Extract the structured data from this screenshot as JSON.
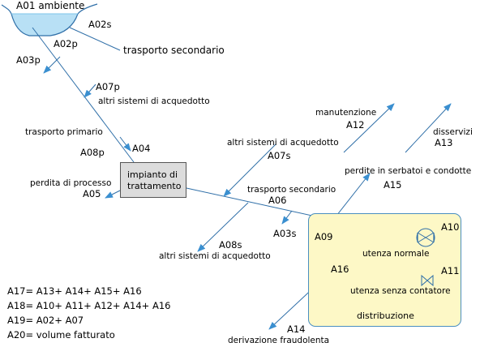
{
  "source": {
    "code": "A01",
    "label": "ambiente"
  },
  "plant": {
    "line1": "impianto di",
    "line2": "trattamento"
  },
  "distribution": {
    "label": "distribuzione"
  },
  "flows": {
    "a02s": "A02s",
    "a02s_text": "trasporto secondario",
    "a02p": "A02p",
    "a03p": "A03p",
    "a07p": "A07p",
    "a07p_text": "altri sistemi di acquedotto",
    "a08p_text": "trasporto primario",
    "a08p": "A08p",
    "a04": "A04",
    "a05_text": "perdita di processo",
    "a05": "A05",
    "a07s_text": "altri sistemi di acquedotto",
    "a07s": "A07s",
    "a12_text": "manutenzione",
    "a12": "A12",
    "a13_text": "disservizi",
    "a13": "A13",
    "a15_text": "perdite in serbatoi e condotte",
    "a15": "A15",
    "a06_text": "trasporto secondario",
    "a06": "A06",
    "a03s": "A03s",
    "a08s": "A08s",
    "a08s_text": "altri sistemi di acquedotto",
    "a09": "A09",
    "a10": "A10",
    "a10_text": "utenza normale",
    "a16": "A16",
    "a11": "A11",
    "a11_text": "utenza senza contatore",
    "a14": "A14",
    "a14_text": "derivazione fraudolenta"
  },
  "formulas": [
    "A17= A13+ A14+ A15+ A16",
    "A18= A10+ A11+ A12+ A14+ A16",
    "A19= A02+ A07",
    "A20= volume fatturato"
  ],
  "colors": {
    "line": "#2f6fa8",
    "arrow": "#3a8fd0",
    "water": "#b8e0f5",
    "plant_fill": "#dcdcdc",
    "dist_fill": "#fdf8c6"
  }
}
